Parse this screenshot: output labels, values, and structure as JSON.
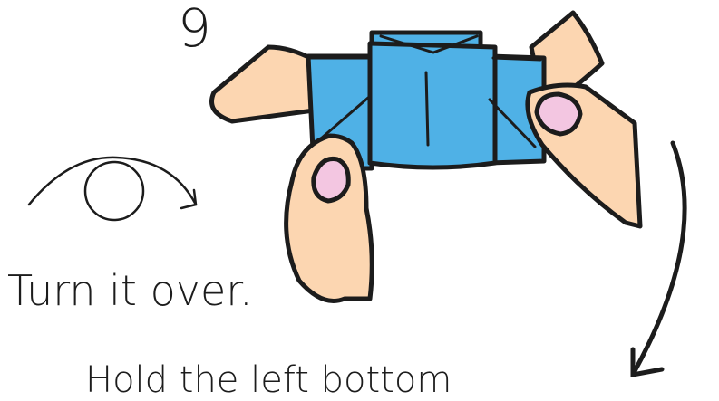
{
  "step": {
    "number": "9"
  },
  "instruction": {
    "text": "Turn it over."
  },
  "cutoff_text": {
    "text": "Hold the left bottom"
  },
  "icons": [
    "turn-over-icon",
    "next-step-arrow-icon"
  ],
  "colors": {
    "paper_blue": "#4fb1e6",
    "skin": "#fcd6b1",
    "nail": "#f3c6e1",
    "outline": "#1c1c1c"
  }
}
